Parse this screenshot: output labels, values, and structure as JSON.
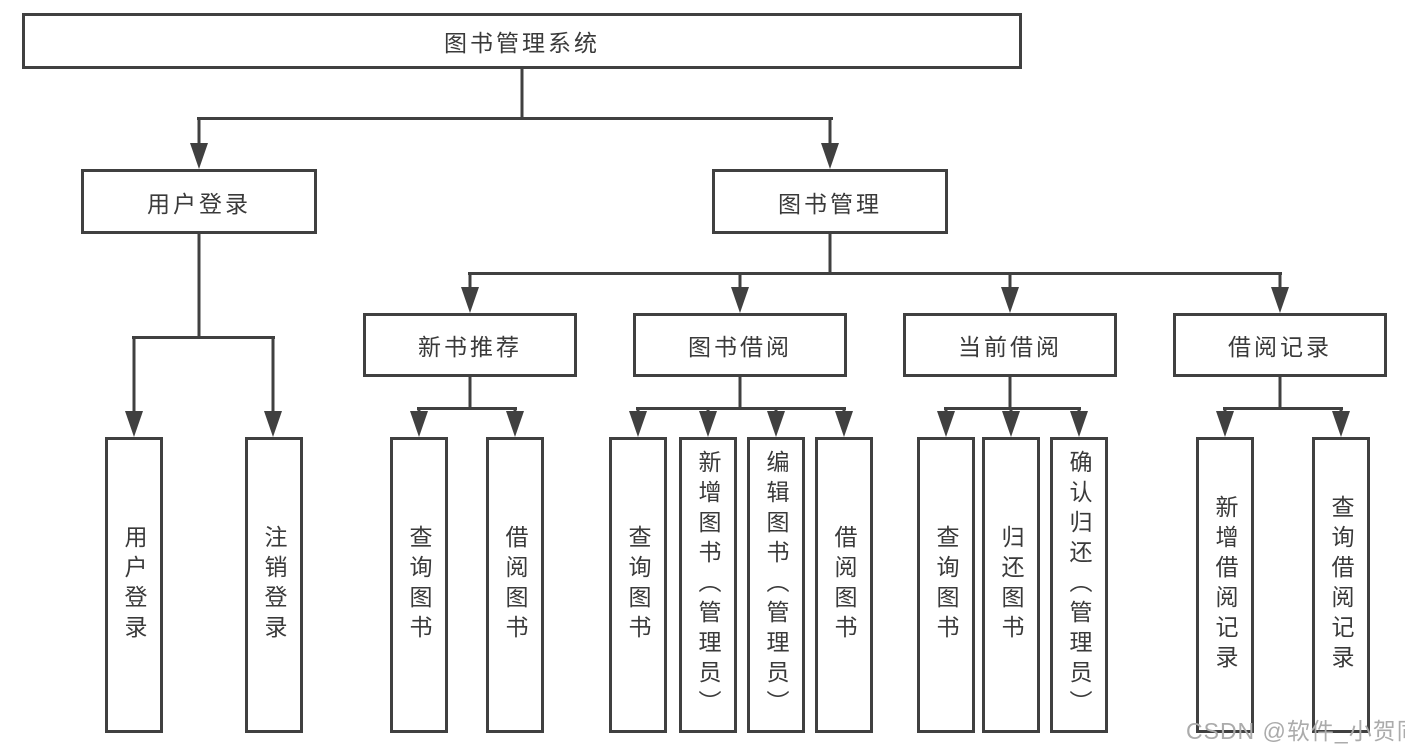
{
  "title": "图书管理系统",
  "level2": {
    "user_login": "用户登录",
    "book_management": "图书管理"
  },
  "level3": {
    "new_book_recommend": "新书推荐",
    "book_borrowing": "图书借阅",
    "current_borrowing": "当前借阅",
    "borrowing_records": "借阅记录"
  },
  "leaves": {
    "user_login": [
      "用户登录",
      "注销登录"
    ],
    "new_book_recommend": [
      "查询图书",
      "借阅图书"
    ],
    "book_borrowing": [
      "查询图书",
      "新增图书（管理员）",
      "编辑图书（管理员）",
      "借阅图书"
    ],
    "current_borrowing": [
      "查询图书",
      "归还图书",
      "确认归还（管理员）"
    ],
    "borrowing_records": [
      "新增借阅记录",
      "查询借阅记录"
    ]
  },
  "watermark": "CSDN @软件_小贺同学",
  "colors": {
    "line": "#404040",
    "text": "#3a3a3a",
    "watermark": "#ababab",
    "background": "#ffffff"
  }
}
